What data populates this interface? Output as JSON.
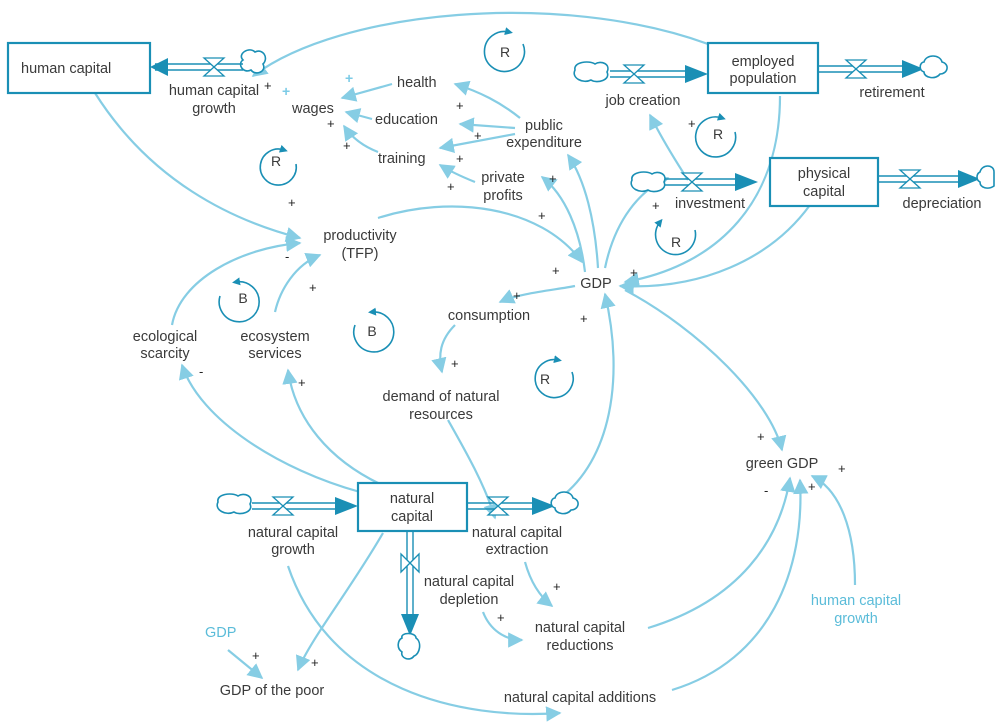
{
  "stocks": {
    "human_capital": "human capital",
    "employed_population_1": "employed",
    "employed_population_2": "population",
    "physical_capital_1": "physical",
    "physical_capital_2": "capital",
    "natural_capital_1": "natural",
    "natural_capital_2": "capital"
  },
  "variables": {
    "human_capital_growth_1": "human capital",
    "human_capital_growth_2": "growth",
    "health": "health",
    "wages": "wages",
    "education": "education",
    "training": "training",
    "public_expenditure_1": "public",
    "public_expenditure_2": "expenditure",
    "private_profits_1": "private",
    "private_profits_2": "profits",
    "job_creation": "job creation",
    "retirement": "retirement",
    "investment": "investment",
    "depreciation": "depreciation",
    "productivity_1": "productivity",
    "productivity_2": "(TFP)",
    "gdp": "GDP",
    "consumption": "consumption",
    "ecological_scarcity_1": "ecological",
    "ecological_scarcity_2": "scarcity",
    "ecosystem_services_1": "ecosystem",
    "ecosystem_services_2": "services",
    "demand_nr_1": "demand of natural",
    "demand_nr_2": "resources",
    "green_gdp": "green GDP",
    "nc_growth_1": "natural capital",
    "nc_growth_2": "growth",
    "nc_extraction_1": "natural capital",
    "nc_extraction_2": "extraction",
    "nc_depletion_1": "natural capital",
    "nc_depletion_2": "depletion",
    "nc_reductions_1": "natural capital",
    "nc_reductions_2": "reductions",
    "nc_additions": "natural capital additions",
    "gdp_shadow": "GDP",
    "gdp_of_poor": "GDP of the poor",
    "hc_growth_shadow_1": "human capital",
    "hc_growth_shadow_2": "growth"
  },
  "loops": {
    "l1": "R",
    "l2": "R",
    "l3": "R",
    "l4": "R",
    "l5": "R",
    "l6": "B",
    "l7": "B"
  },
  "polarities": {
    "plus": "+",
    "minus": "-"
  },
  "colors": {
    "link": "#86cde4",
    "stock_border": "#1a8fb5",
    "shadow_text": "#5bbcd9"
  }
}
